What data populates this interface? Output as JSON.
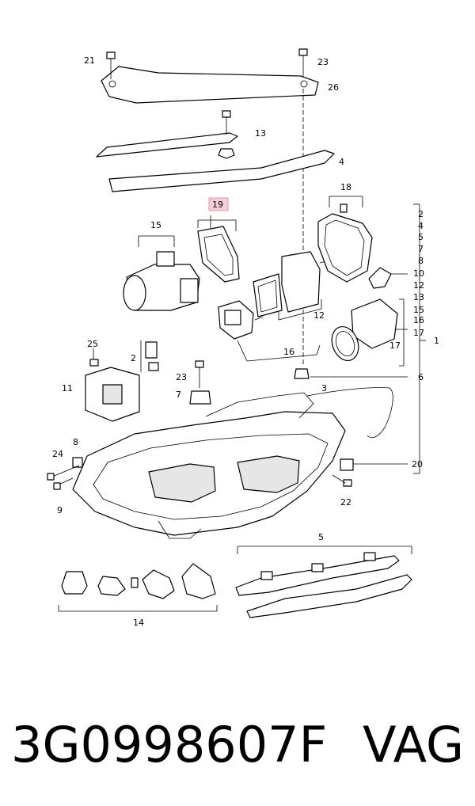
{
  "diagram": {
    "callouts": {
      "c1": "1",
      "c2a": "2",
      "c2b": "2",
      "c3": "3",
      "c4": "4",
      "c4b": "4",
      "c5": "5",
      "c5b": "5",
      "c6": "6",
      "c7": "7",
      "c7b": "7",
      "c8": "8",
      "c8b": "8",
      "c9": "9",
      "c10": "10",
      "c11": "11",
      "c12": "12",
      "c12b": "12",
      "c13": "13",
      "c13b": "13",
      "c14": "14",
      "c15": "15",
      "c15b": "15",
      "c16": "16",
      "c16b": "16",
      "c17": "17",
      "c17b": "17",
      "c18": "18",
      "c19": "19",
      "c20": "20",
      "c21": "21",
      "c22": "22",
      "c23": "23",
      "c23b": "23",
      "c24": "24",
      "c25": "25",
      "c26": "26"
    },
    "highlight_color": "#f6cfd6"
  },
  "caption": {
    "part_number": "3G0998607F",
    "brand": "VAG"
  }
}
